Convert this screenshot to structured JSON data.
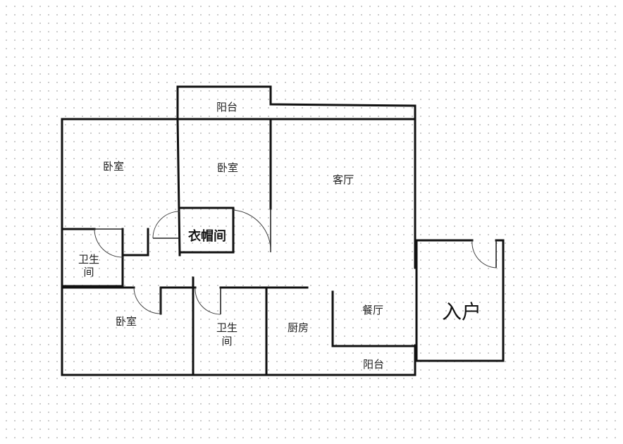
{
  "rooms": {
    "balcony_top": "阳台",
    "bedroom_left": "卧室",
    "bedroom_middle": "卧室",
    "living_room": "客厅",
    "cloakroom": "衣帽间",
    "bathroom_left_line1": "卫生",
    "bathroom_left_line2": "间",
    "bedroom_bottom": "卧室",
    "bathroom_bottom_line1": "卫生",
    "bathroom_bottom_line2": "间",
    "kitchen": "厨房",
    "dining_room": "餐厅",
    "balcony_bottom": "阳台",
    "entrance": "入户"
  }
}
